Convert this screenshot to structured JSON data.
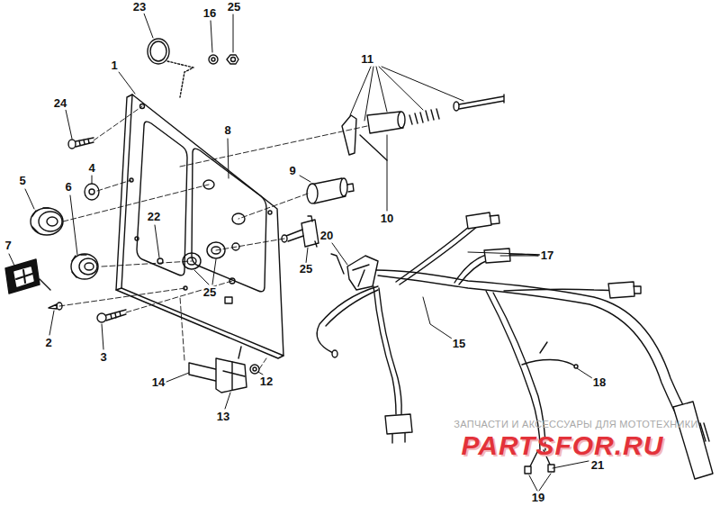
{
  "diagram": {
    "labels": [
      "23",
      "16",
      "25",
      "11",
      "1",
      "24",
      "8",
      "5",
      "4",
      "9",
      "10",
      "6",
      "22",
      "7",
      "20",
      "17",
      "25",
      "25",
      "2",
      "3",
      "15",
      "18",
      "14",
      "12",
      "13",
      "21",
      "19",
      "ЗАПЧАСТИ И АКСЕССУАРЫ ДЛЯ МОТОТЕХНИКИ",
      "PARTSFOR.RU"
    ]
  }
}
